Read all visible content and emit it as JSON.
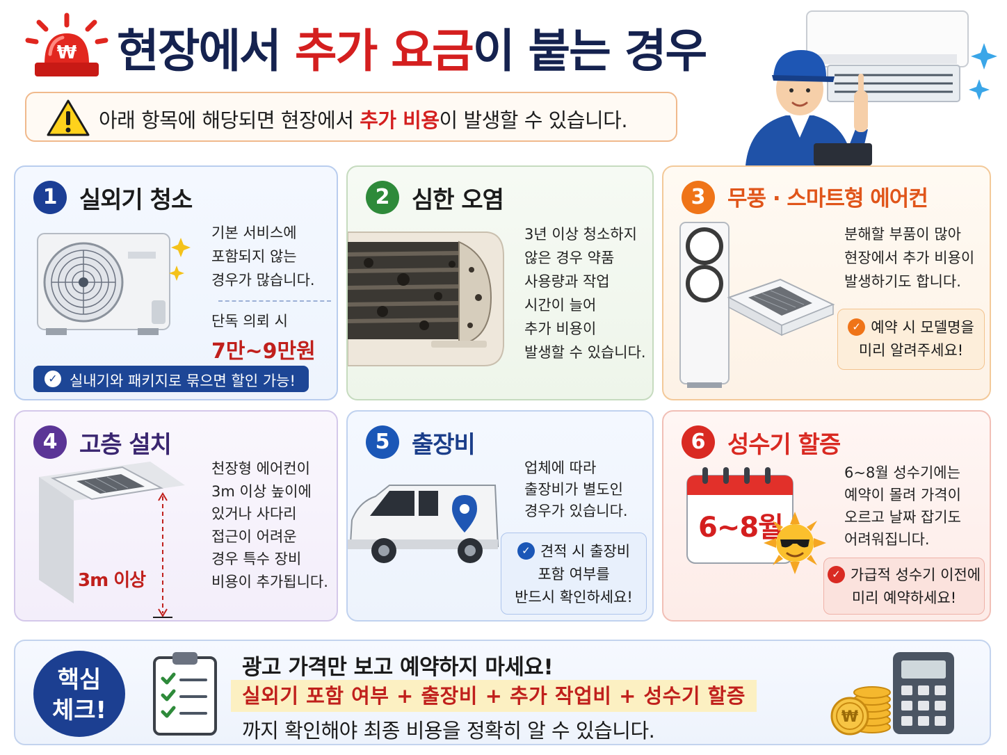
{
  "header": {
    "title_part1": "현장에서 ",
    "title_part2": "추가 요금",
    "title_part3": "이 붙는 경우",
    "siren_symbol": "₩",
    "notice_part1": "아래 항목에 해당되면 현장에서 ",
    "notice_part2": "추가 비용",
    "notice_part3": "이 발생할 수 있습니다."
  },
  "cards": [
    {
      "num": "1",
      "title": "실외기 청소",
      "desc": [
        "기본 서비스에",
        "포함되지 않는",
        "경우가 많습니다."
      ],
      "solo_label": "단독 의뢰 시",
      "price": "7만~9만원",
      "banner": "실내기와 패키지로 묶으면 할인 가능!"
    },
    {
      "num": "2",
      "title": "심한 오염",
      "desc": [
        "3년 이상 청소하지",
        "않은 경우 약품",
        "사용량과 작업",
        "시간이 늘어",
        "추가 비용이",
        "발생할 수 있습니다."
      ]
    },
    {
      "num": "3",
      "title": "무풍 · 스마트형 에어컨",
      "desc": [
        "분해할 부품이 많아",
        "현장에서 추가 비용이",
        "발생하기도 합니다."
      ],
      "tip": [
        "예약 시 모델명을",
        "미리 알려주세요!"
      ]
    },
    {
      "num": "4",
      "title": "고층 설치",
      "desc": [
        "천장형 에어컨이",
        "3m 이상 높이에",
        "있거나 사다리",
        "접근이 어려운",
        "경우 특수 장비",
        "비용이 추가됩니다."
      ],
      "height_label": "3m 이상"
    },
    {
      "num": "5",
      "title": "출장비",
      "desc": [
        "업체에 따라",
        "출장비가 별도인",
        "경우가 있습니다."
      ],
      "tip": [
        "견적 시 출장비",
        "포함 여부를",
        "반드시 확인하세요!"
      ]
    },
    {
      "num": "6",
      "title": "성수기 할증",
      "desc": [
        "6~8월 성수기에는",
        "예약이 몰려 가격이",
        "오르고 날짜 잡기도",
        "어려워집니다."
      ],
      "calendar_text": "6~8월",
      "tip": [
        "가급적 성수기 이전에",
        "미리 예약하세요!"
      ]
    }
  ],
  "bottom": {
    "key_line1": "핵심",
    "key_line2": "체크!",
    "line1": "광고 가격만 보고 예약하지 마세요!",
    "line2": "실외기 포함 여부 + 출장비 + 추가 작업비 + 성수기 할증",
    "line3": "까지 확인해야 최종 비용을 정확히 알 수 있습니다.",
    "coin_symbol": "₩"
  },
  "colors": {
    "navy": "#15224f",
    "red": "#d41f1f",
    "blue": "#1b3e95",
    "green": "#2e8a3a",
    "orange": "#ef7418",
    "purple": "#5b3596",
    "accent_red": "#d92a22"
  },
  "icons": [
    "siren-icon",
    "warning-icon",
    "check-icon",
    "map-pin-icon",
    "sun-icon",
    "calendar-icon",
    "clipboard-icon",
    "calculator-icon",
    "coins-icon"
  ]
}
